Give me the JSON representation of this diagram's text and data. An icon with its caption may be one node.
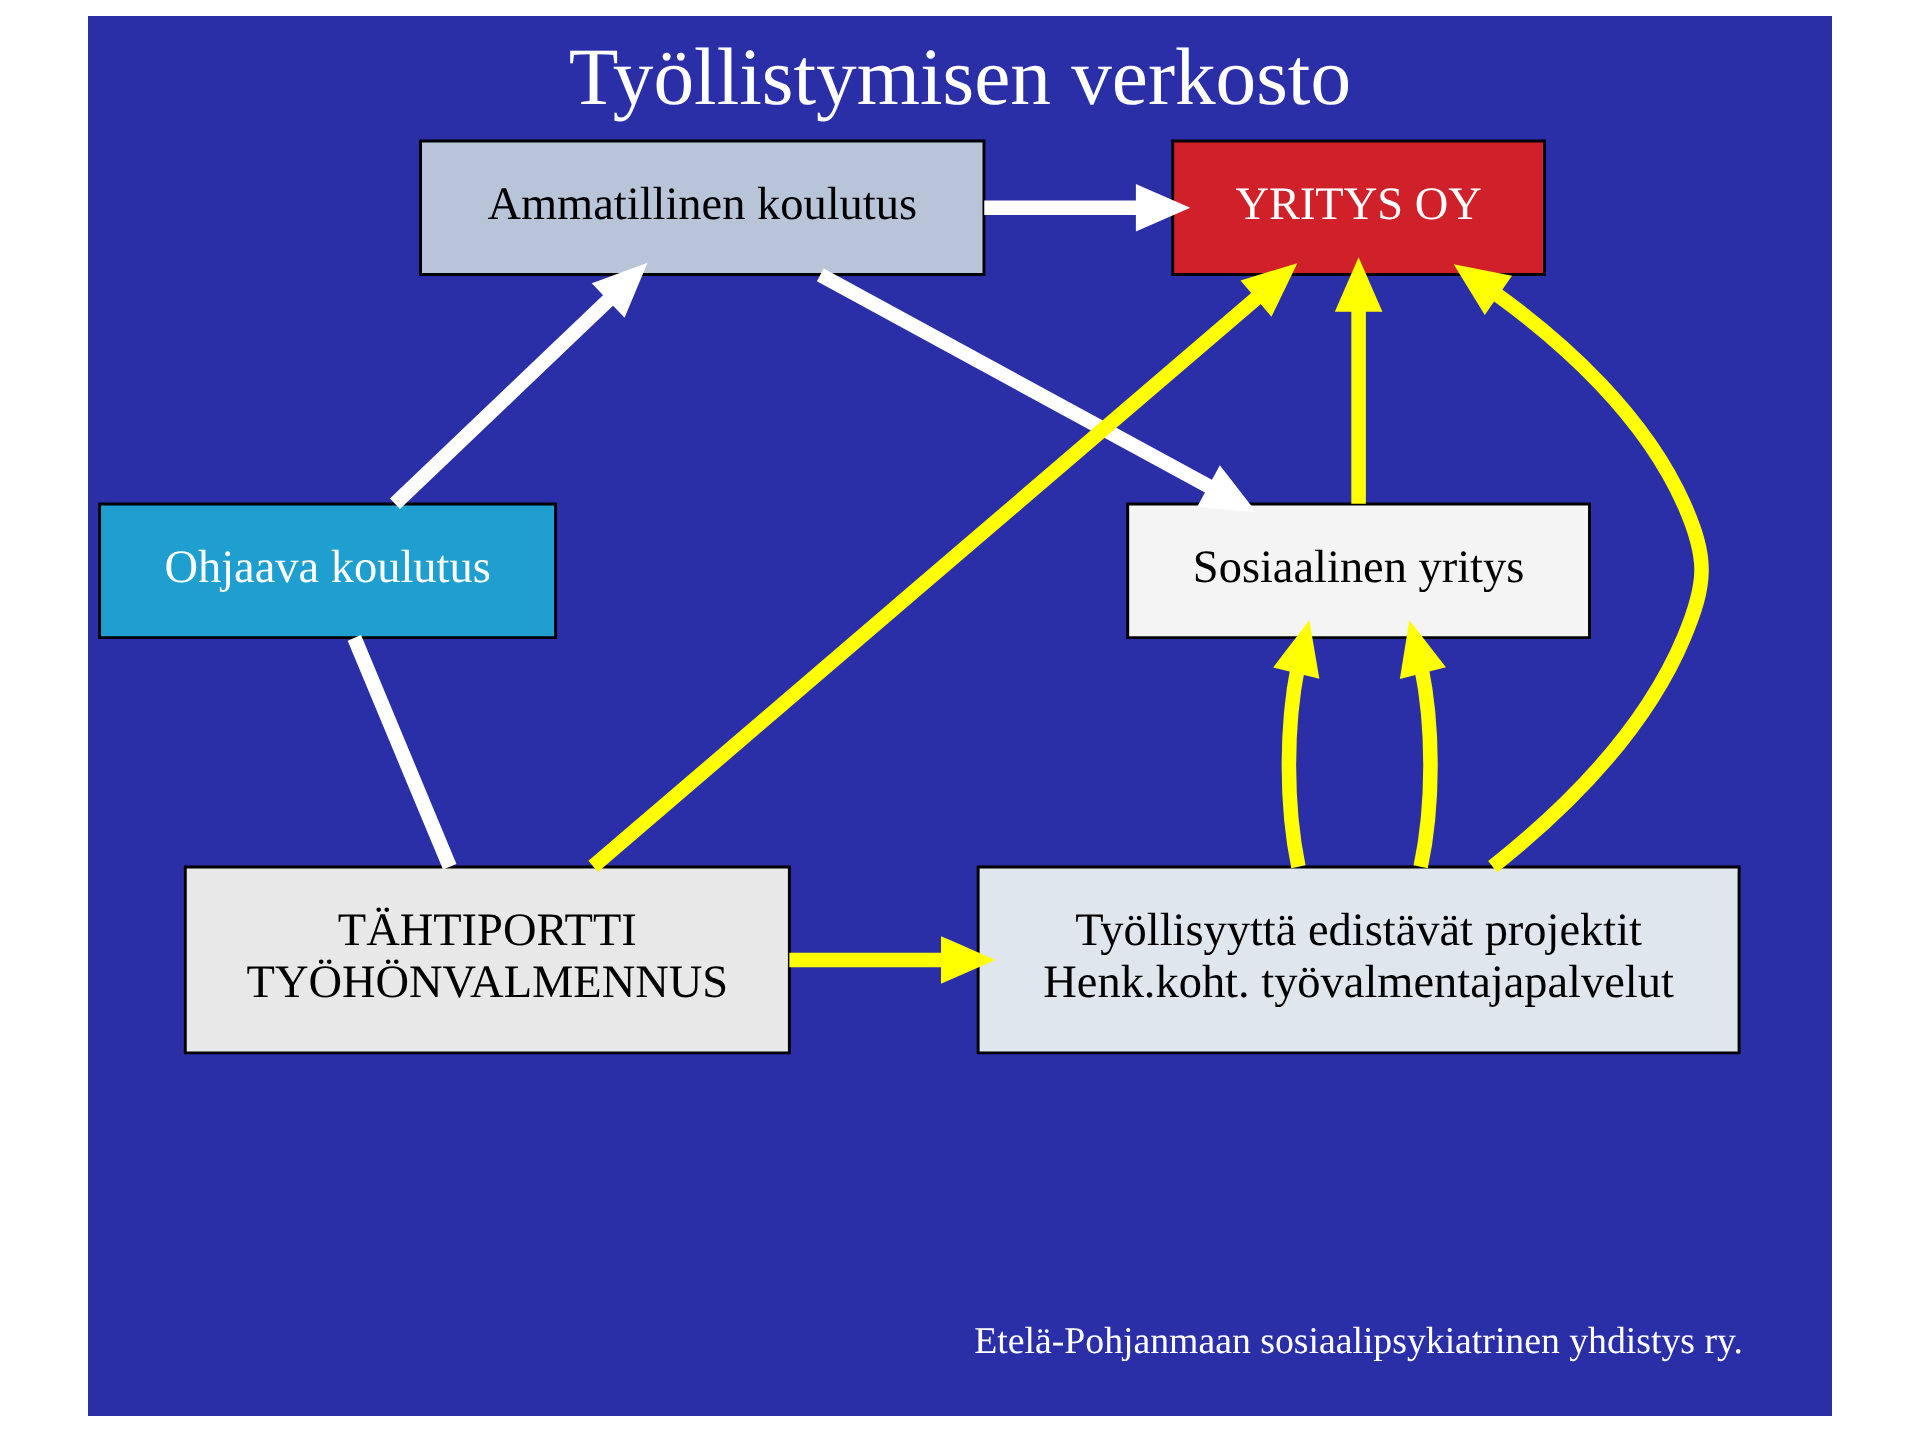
{
  "diagram": {
    "title": "Työllistymisen verkosto",
    "nodes": [
      {
        "text": [
          "Ammatillinen koulutus"
        ]
      },
      {
        "text": [
          "YRITYS OY"
        ]
      },
      {
        "text": [
          "Sosiaalinen yritys"
        ]
      },
      {
        "text": [
          "Ohjaava koulutus"
        ]
      },
      {
        "text": [
          "TÄHTIPORTTI",
          "TYÖHÖNVALMENNUS"
        ]
      },
      {
        "text": [
          "Työllisyyttä edistävät projektit",
          "Henk.koht. työvalmentajapalvelut"
        ]
      }
    ],
    "edges": [
      {
        "from": 3,
        "to": 0,
        "arrow": "to",
        "color": "#ffffff"
      },
      {
        "from": 3,
        "to": 4,
        "arrow": "none",
        "color": "#ffffff"
      },
      {
        "from": 0,
        "to": 1,
        "arrow": "to",
        "color": "#ffffff"
      },
      {
        "from": 0,
        "to": 2,
        "arrow": "to",
        "color": "#ffffff"
      },
      {
        "from": 4,
        "to": 1,
        "arrow": "to"
      },
      {
        "from": 5,
        "to": 1,
        "arrow": "to"
      },
      {
        "from": 5,
        "to": 2,
        "arrow": "to"
      },
      {
        "from": 5,
        "to": 2,
        "arrow": "to"
      },
      {
        "from": 2,
        "to": 1,
        "arrow": "to"
      },
      {
        "from": 4,
        "to": 5,
        "arrow": "to"
      }
    ],
    "labels": [
      "Etelä-Pohjanmaan sosiaalipsykiatrinen yhdistys ry."
    ]
  }
}
